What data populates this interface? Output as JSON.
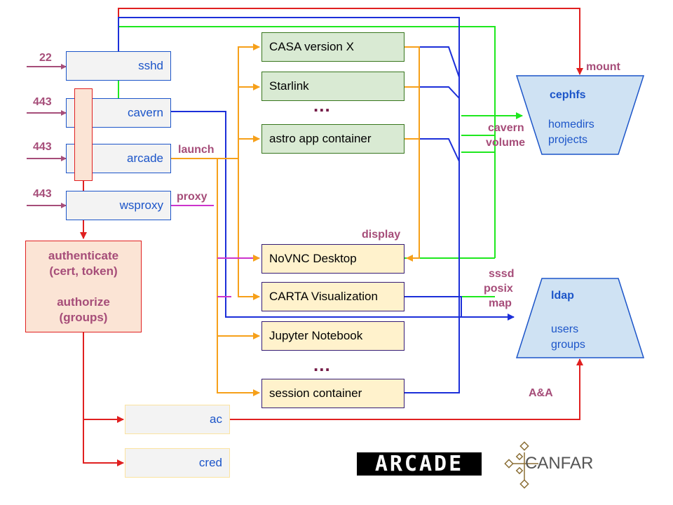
{
  "inputs": {
    "port_sshd": "22",
    "port_cavern": "443",
    "port_arcade": "443",
    "port_wsproxy": "443"
  },
  "services": {
    "sshd": "sshd",
    "cavern": "cavern",
    "arcade": "arcade",
    "wsproxy": "wsproxy",
    "ac": "ac",
    "cred": "cred"
  },
  "auth": {
    "line1": "authenticate",
    "line2": "(cert, token)",
    "line3": "authorize",
    "line4": "(groups)"
  },
  "apps": [
    "CASA version X",
    "Starlink",
    "astro app container"
  ],
  "sessions": [
    "NoVNC Desktop",
    "CARTA Visualization",
    "Jupyter Notebook",
    "session container"
  ],
  "ellipsis": "...",
  "labels": {
    "launch": "launch",
    "proxy": "proxy",
    "display": "display",
    "mount": "mount",
    "cavern_volume_1": "cavern",
    "cavern_volume_2": "volume",
    "sssd_1": "sssd",
    "sssd_2": "posix",
    "sssd_3": "map",
    "aa": "A&A"
  },
  "storage": {
    "cephfs": {
      "title": "cephfs",
      "items": [
        "homedirs",
        "projects"
      ]
    },
    "ldap": {
      "title": "ldap",
      "items": [
        "users",
        "groups"
      ]
    }
  },
  "logos": {
    "arcade": "ARCADE",
    "canfar": "CANFAR"
  },
  "colors": {
    "red": "#e02020",
    "blue": "#1c55c9",
    "green": "#1ee81e",
    "orange": "#f6a01a",
    "magenta": "#cc33cc",
    "label": "#a64d79",
    "app_fill": "#d9ead3",
    "session_fill": "#fff2cc",
    "storage_fill": "#cfe2f3"
  }
}
